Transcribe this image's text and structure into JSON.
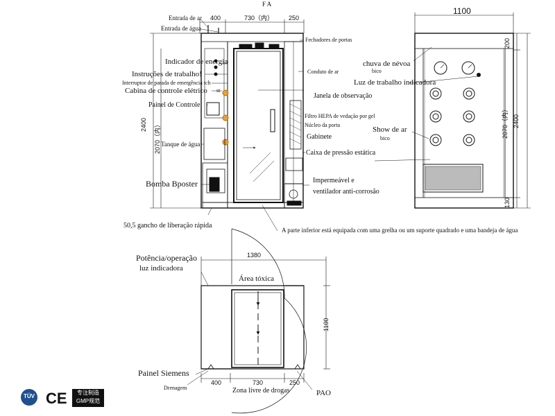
{
  "top_marker": "F  A",
  "front_view": {
    "dims_top": {
      "left": "400",
      "center": "730（内）",
      "right": "250"
    },
    "dims_left": {
      "total": "2400",
      "inner": "2070（内）"
    },
    "labels": {
      "air_inlet": "Entrada de ar",
      "water_inlet": "Entrada de água",
      "door_closers": "Fechadores de portas",
      "power_indicator": "Indicador de energia",
      "work_instructions": "Instruções de trabalho!",
      "emergency_switch": "Interruptor de parada de emergência tch",
      "control_cabinet": "Cabina de controle elétrico",
      "air_duct": "Conduto de ar",
      "observation_window": "Janela de observação",
      "control_panel": "Painel de Controle",
      "hepa_filter": "Filtro HEPA de vedação por gel",
      "door_core": "Núcleo da porta",
      "cabinet": "Gabinete",
      "water_tank": "Tanque de água",
      "static_pressure": "Caixa de pressão estática",
      "booster_pump": "Bomba Bposter",
      "fan": "Impermeável e\nventilador anti-corrosão",
      "quick_hook": "50,5 gancho de liberação rápida",
      "bottom_note": "A parte inferior está equipada com uma grelha ou um suporte quadrado e uma bandeja de água",
      "small_st": "st"
    }
  },
  "side_view": {
    "dims": {
      "width": "1100",
      "top": "200",
      "inner": "2070（内）",
      "total": "2400",
      "bottom": "130"
    },
    "labels": {
      "mist_shower": "chuva de névoa",
      "mist_nozzle": "bico",
      "work_light": "Luz de trabalho indicadora",
      "air_shower": "Show de ar",
      "air_nozzle": "bico"
    }
  },
  "plan_view": {
    "dims": {
      "width": "1380",
      "depth": "1100",
      "left": "400",
      "center": "730",
      "right": "250"
    },
    "labels": {
      "power_op": "Potência/operação",
      "indicator_light": "luz indicadora",
      "toxic_area": "Área tóxica",
      "siemens_panel": "Painel Siemens",
      "drainage": "Drenagem",
      "drug_free": "Zona livre de drogas",
      "pao": "PAO"
    }
  },
  "certifications": {
    "tuv": "TÜV",
    "ce": "CE",
    "gmp_line1": "专注制造",
    "gmp_line2": "GMP规范"
  }
}
